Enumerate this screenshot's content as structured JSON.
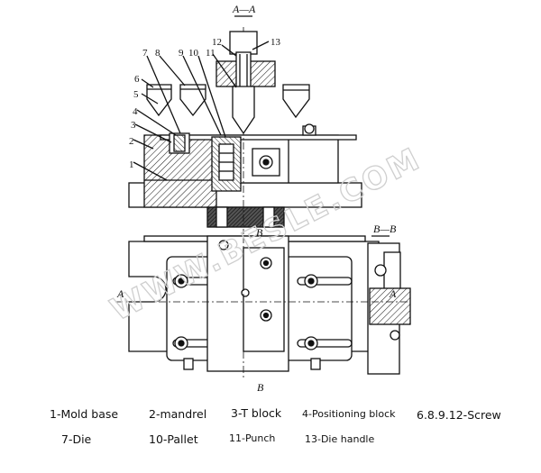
{
  "watermark": "WWW.BESLE.COM",
  "section_labels": {
    "aa_top": "A—A",
    "bb_right": "B—B",
    "a_left": "A",
    "a_right": "A",
    "b_top": "B",
    "b_bottom": "B"
  },
  "callouts": [
    "1",
    "2",
    "3",
    "4",
    "5",
    "6",
    "7",
    "8",
    "9",
    "10",
    "11",
    "12",
    "13"
  ],
  "legend": {
    "row1": [
      "1-Mold base",
      "2-mandrel",
      "3-T block",
      "4-Positioning block",
      "6.8.9.12-Screw"
    ],
    "row2": [
      "7-Die",
      "10-Pallet",
      "11-Punch",
      "13-Die handle"
    ]
  }
}
